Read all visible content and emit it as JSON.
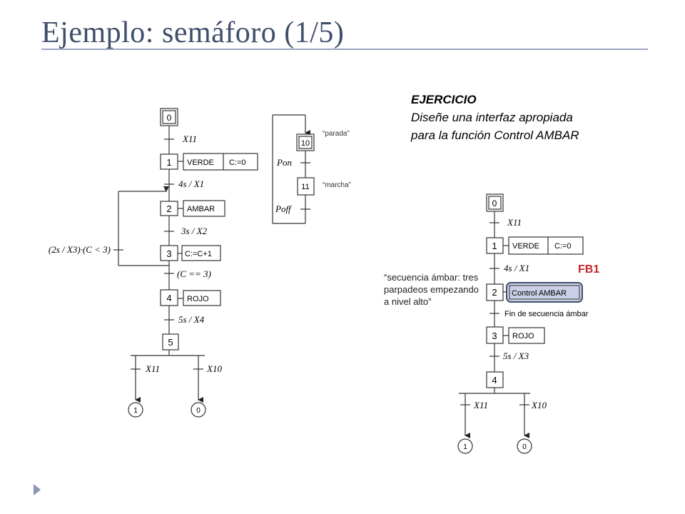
{
  "slide": {
    "title": "Ejemplo: semáforo (1/5)"
  },
  "exercise": {
    "heading": "EJERCICIO",
    "line1": "Diseñe una interfaz apropiada",
    "line2": "para la función Control AMBAR"
  },
  "left": {
    "steps": {
      "s0": "0",
      "s1": "1",
      "s2": "2",
      "s3": "3",
      "s4": "4",
      "s5": "5"
    },
    "actions": {
      "verde": "VERDE",
      "c0": "C:=0",
      "ambar": "AMBAR",
      "cinc": "C:=C+1",
      "rojo": "ROJO"
    },
    "transitions": {
      "t0": "X11",
      "t1": "4s / X1",
      "t2": "3s / X2",
      "t3a": "(C == 3)",
      "t3b": "(2s / X3)·(C < 3)",
      "t4": "5s / X4",
      "t5a": "X11",
      "t5b": "X10"
    },
    "targets": {
      "a": "1",
      "b": "0"
    }
  },
  "side": {
    "steps": {
      "s10": "10",
      "s11": "11"
    },
    "transitions": {
      "pon": "Pon",
      "poff": "Poff"
    },
    "notes": {
      "parada": "“parada”",
      "marcha": "“marcha”"
    }
  },
  "right": {
    "steps": {
      "s0": "0",
      "s1": "1",
      "s2": "2",
      "s3": "3",
      "s4": "4"
    },
    "actions": {
      "verde": "VERDE",
      "c0": "C:=0",
      "control": "Control AMBAR",
      "rojo": "ROJO"
    },
    "transitions": {
      "t0": "X11",
      "t1": "4s / X1",
      "t2": "Fin de secuencia ámbar",
      "t3": "5s / X3",
      "t4a": "X11",
      "t4b": "X10"
    },
    "targets": {
      "a": "1",
      "b": "0"
    },
    "note": [
      "“secuencia ámbar: tres",
      "parpadeos empezando",
      "a nivel alto”"
    ],
    "fb_label": "FB1"
  },
  "colors": {
    "title": "#3f4f6a",
    "highlight_fill": "#c9d0e6",
    "highlight_stroke": "#3f4f6a",
    "fb_label": "#c0282a"
  }
}
